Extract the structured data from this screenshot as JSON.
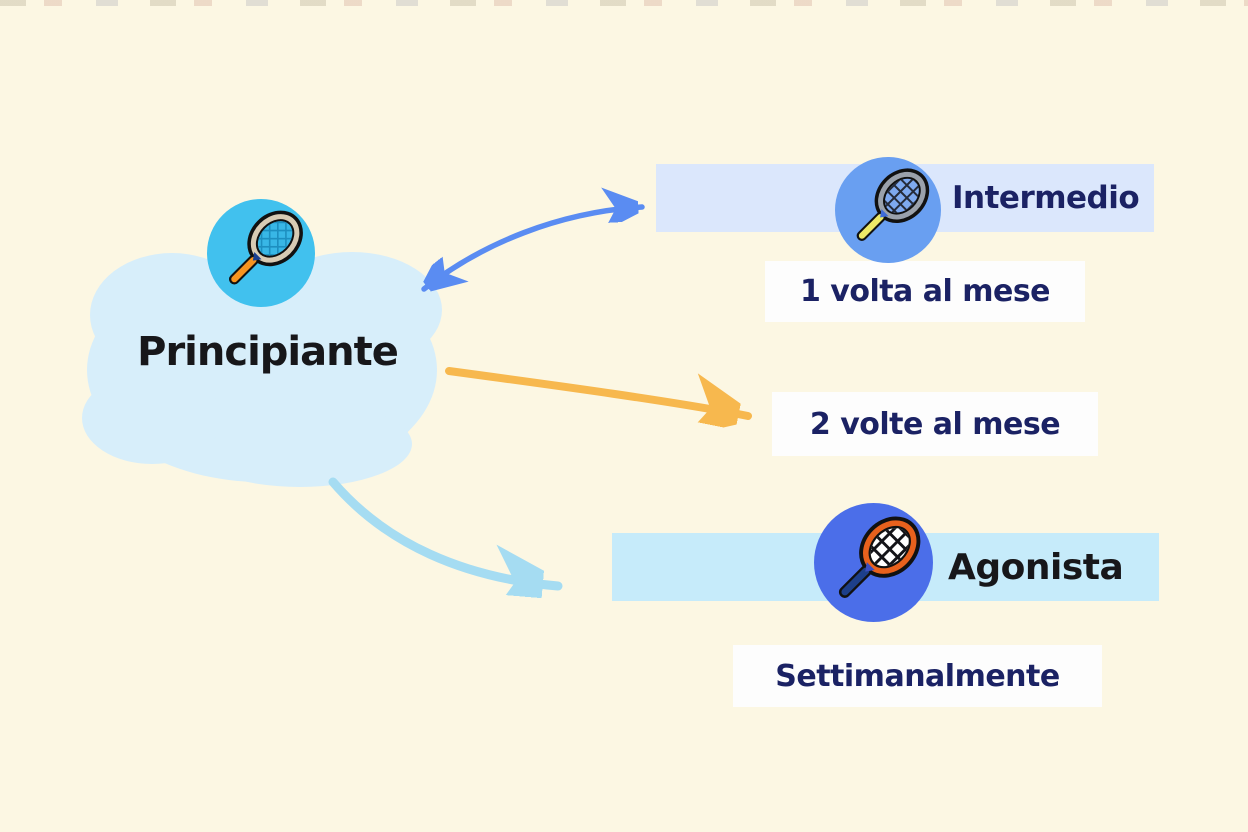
{
  "diagram": {
    "root": {
      "label": "Principiante",
      "icon": "tennis-racket-icon"
    },
    "branches": [
      {
        "level": "Intermedio",
        "frequency": "1 volta al mese",
        "icon": "tennis-racket-icon",
        "arrow": "blue-double-curved-arrow"
      },
      {
        "level": "",
        "frequency": "2 volte al mese",
        "icon": "",
        "arrow": "orange-straight-arrow"
      },
      {
        "level": "Agonista",
        "frequency": "Settimanalmente",
        "icon": "tennis-racket-icon",
        "arrow": "lightblue-curved-arrow"
      }
    ]
  },
  "palette": {
    "bg": "#fcf7e3",
    "cloud": "#d7eefa",
    "ink": "#17171a",
    "navy": "#1b2264",
    "box-bg": "#fdfdfd",
    "band-intermedio": "#dbe7fc",
    "band-agonista": "#c6ebfa",
    "circle-principiante": "#41c1ee",
    "circle-intermedio": "#699ff1",
    "circle-agonista": "#4b6ee9",
    "arrow-blue": "#5a8cf2",
    "arrow-orange": "#f7b84e",
    "arrow-lightblue": "#a5dcf2",
    "r1-frame": "#d8cbb4",
    "r1-handle": "#f79420",
    "r1-strings": "#38b7e6",
    "r1-grid": "#1d8fc0",
    "r1-throat": "#1a3f8f",
    "r2-frame": "#9aa1ab",
    "r2-handle": "#ece968",
    "r2-strings": "#7ea9ef",
    "r2-grid": "#252b3a",
    "r2-throat": "#3f6bd8",
    "r3-frame": "#e8611d",
    "r3-handle": "#1d3f8a",
    "r3-strings": "#ffffff",
    "r3-grid": "#131318",
    "r3-throat": "#3b4ec2"
  }
}
